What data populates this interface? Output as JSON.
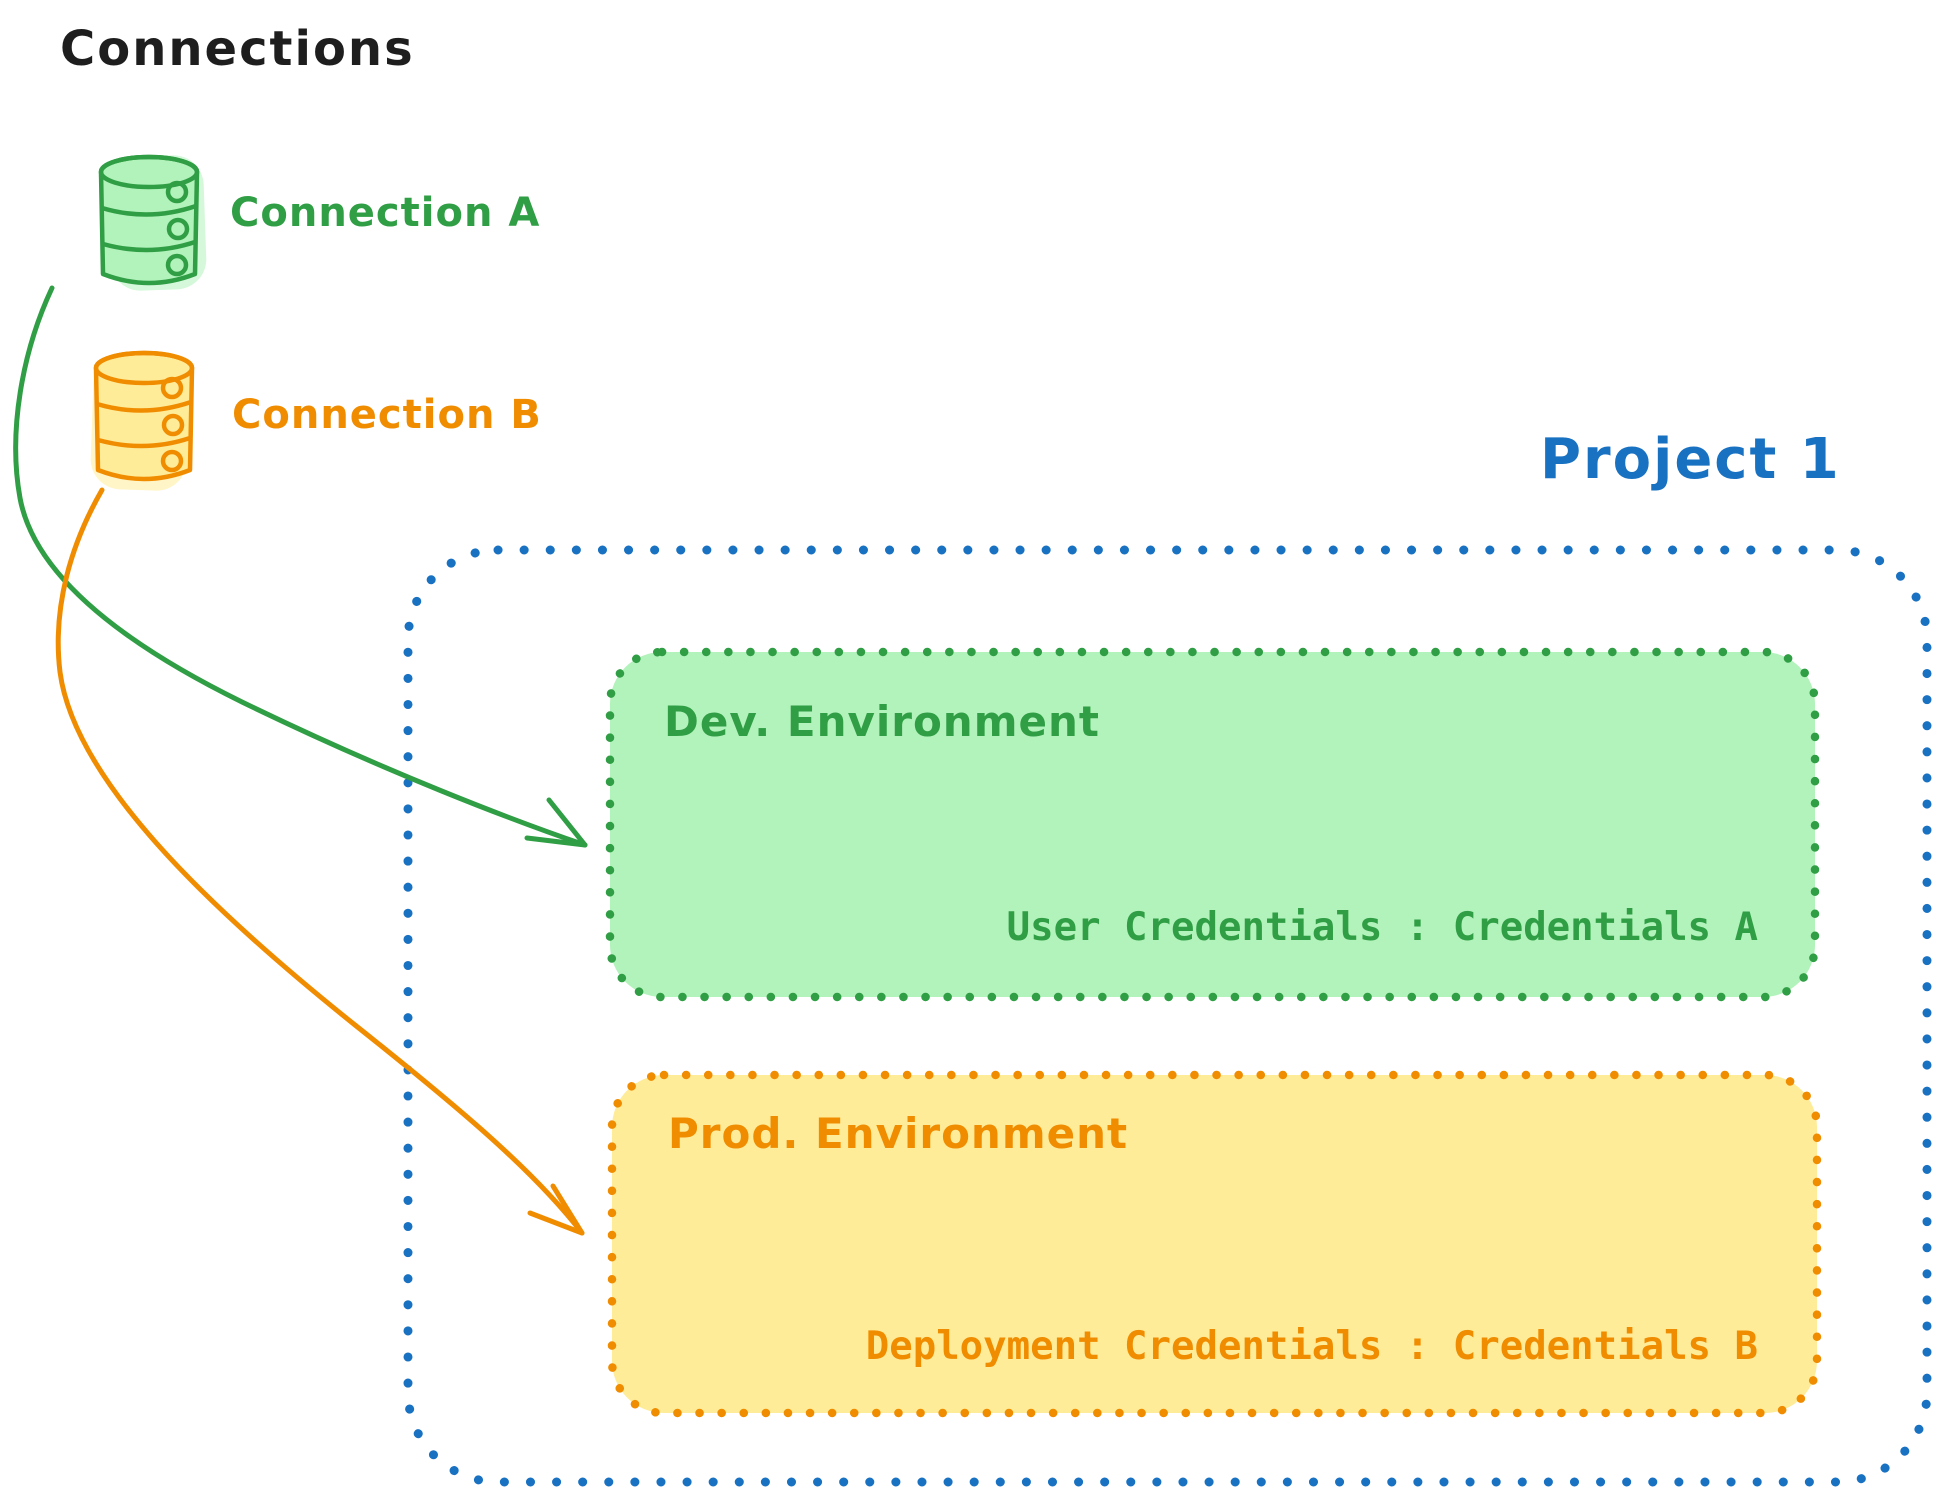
{
  "colors": {
    "ink": "#1e1e1e",
    "green": "#2f9e44",
    "green_fill": "#b2f2bb",
    "orange": "#f08c00",
    "orange_fill": "#ffec99",
    "blue": "#1971c2"
  },
  "connections": {
    "title": "Connections",
    "items": [
      {
        "label": "Connection A",
        "icon": "database-icon",
        "color": "#2f9e44"
      },
      {
        "label": "Connection B",
        "icon": "database-icon",
        "color": "#f08c00"
      }
    ]
  },
  "project": {
    "title": "Project 1",
    "environments": [
      {
        "name": "Dev. Environment",
        "credentials": "User Credentials : Credentials A",
        "color": "#2f9e44"
      },
      {
        "name": "Prod. Environment",
        "credentials": "Deployment Credentials : Credentials B",
        "color": "#f08c00"
      }
    ]
  },
  "arrows": [
    {
      "from": "Connection A",
      "to": "Dev. Environment",
      "color": "#2f9e44"
    },
    {
      "from": "Connection B",
      "to": "Prod. Environment",
      "color": "#f08c00"
    }
  ]
}
